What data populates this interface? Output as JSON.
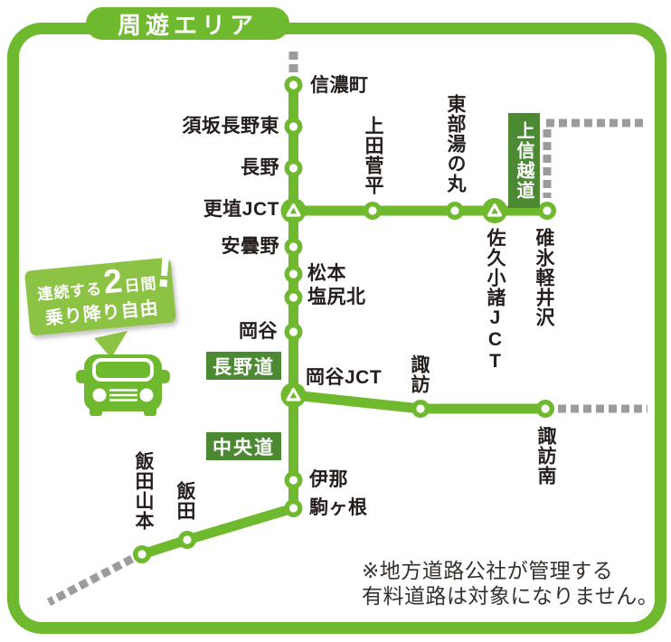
{
  "title": "周遊エリア",
  "colors": {
    "route_green": "#6eb92d",
    "dark_green": "#4b8a32",
    "promo_green": "#8cc344",
    "dash_gray": "#9c9c9d",
    "label_color": "#251e1c",
    "note_color": "#36302b"
  },
  "roads": {
    "joshinetsu": "上信越道",
    "naganodo": "長野道",
    "chuodo": "中央道"
  },
  "ics": {
    "shinanomachi": "信濃町",
    "suzakanaganohigashi": "須坂長野東",
    "nagano": "長野",
    "koshokujct": "更埴JCT",
    "azumino": "安曇野",
    "matsumoto": "松本",
    "shiojirikita": "塩尻北",
    "okaya": "岡谷",
    "okayajct": "岡谷JCT",
    "ina": "伊那",
    "komagane": "駒ヶ根",
    "uedasugadaira": "上田菅平",
    "tobuyunomaru": "東部湯の丸",
    "sakukomorojct": "佐久小諸JCT",
    "usuikaruizawa": "碓氷軽井沢",
    "suwa": "諏訪",
    "suwaminami": "諏訪南",
    "iida": "飯田",
    "iidayamamoto": "飯田山本"
  },
  "promo": {
    "line1_prefix": "連続する",
    "line1_number": "2",
    "line1_suffix": "日間",
    "line2": "乗り降り自由",
    "exclamation": "!"
  },
  "note": {
    "line1": "※地方道路公社が管理する",
    "line2": "有料道路は対象になりません。"
  }
}
